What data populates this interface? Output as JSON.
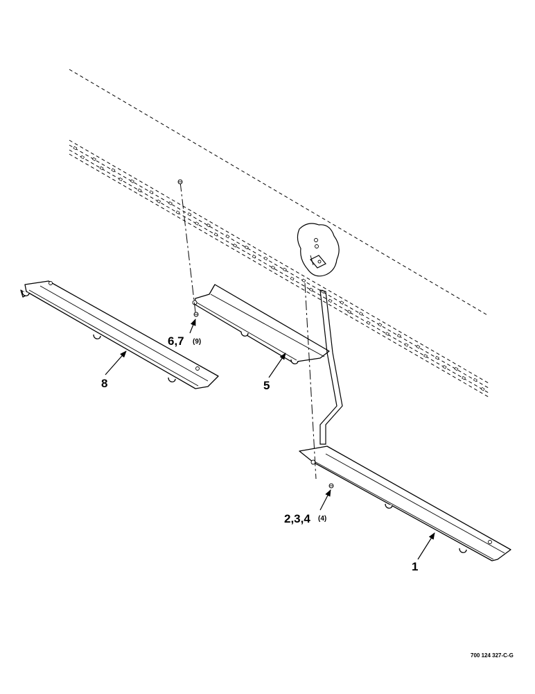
{
  "callouts": {
    "c1": "1",
    "c234": "2,3,4",
    "c234_qty": "(4)",
    "c5": "5",
    "c67": "6,7",
    "c67_qty": "(9)",
    "c8": "8"
  },
  "drawing_number": "700 124 327-C-G"
}
